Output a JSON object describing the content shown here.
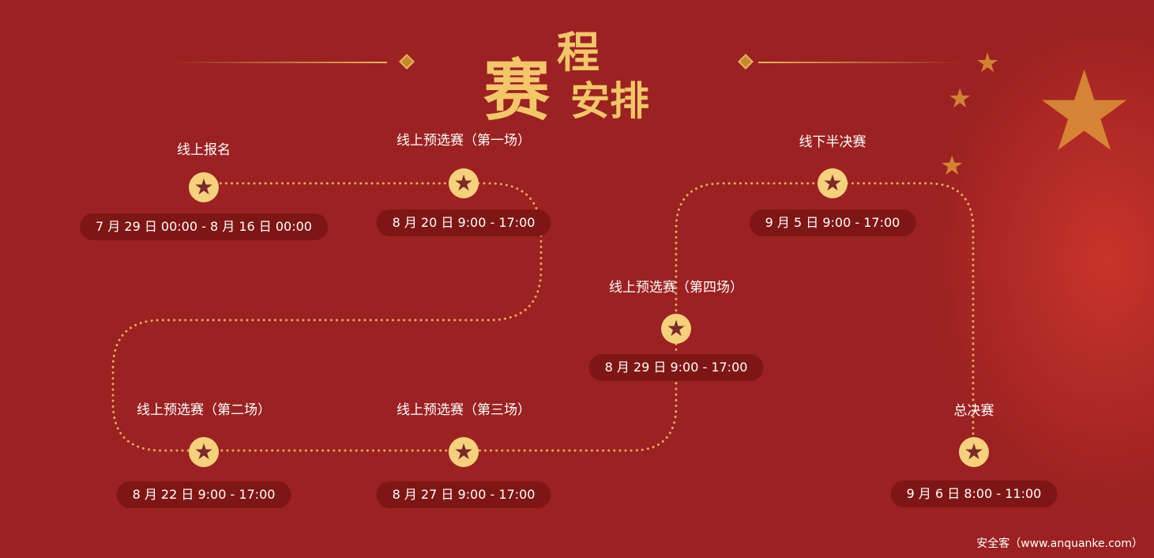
{
  "title": {
    "big": "赛",
    "small": "程",
    "rest": "安排"
  },
  "stages": [
    {
      "name": "线上报名",
      "time": "7 月 29 日 00:00 - 8 月 16 日 00:00"
    },
    {
      "name": "线上预选赛（第一场）",
      "time": "8 月 20 日 9:00 - 17:00"
    },
    {
      "name": "线上预选赛（第二场）",
      "time": "8 月 22 日 9:00 - 17:00"
    },
    {
      "name": "线上预选赛（第三场）",
      "time": "8 月 27 日 9:00 - 17:00"
    },
    {
      "name": "线上预选赛（第四场）",
      "time": "8 月 29 日 9:00 - 17:00"
    },
    {
      "name": "线下半决赛",
      "time": "9 月 5 日 9:00 - 17:00"
    },
    {
      "name": "总决赛",
      "time": "9 月 6 日 8:00 - 11:00"
    }
  ],
  "footer": "安全客（www.anquanke.com）",
  "colors": {
    "background": "#9b2122",
    "gold": "#f3c669",
    "pill": "#7f1616"
  }
}
